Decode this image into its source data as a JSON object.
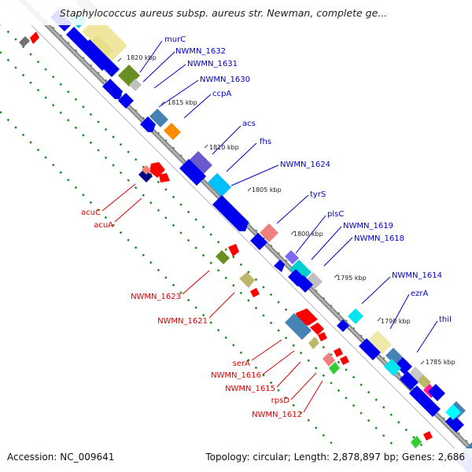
{
  "map": {
    "title": "Staphylococcus aureus subsp. aureus str. Newman, complete ge...",
    "accession_label": "Accession: NC_009641",
    "summary_label": "Topology: circular; Length: 2,878,897 bp; Genes: 2,686",
    "colors": {
      "backbone": "#7a7a7a",
      "forward_gene": "#0000ee",
      "label_forward": "#0000cc",
      "label_reverse": "#dd0000",
      "reverse_gene": "#ff0000",
      "dots": "#1f8a1f",
      "tick_text": "#222222"
    },
    "ticks": [
      "1820 kbp",
      "1815 kbp",
      "1810 kbp",
      "1805 kbp",
      "1800 kbp",
      "1795 kbp",
      "1790 kbp",
      "1785 kbp"
    ],
    "forward_labels": [
      "murC",
      "NWMN_1632",
      "NWMN_1631",
      "NWMN_1630",
      "ccpA",
      "acs",
      "fhs",
      "NWMN_1624",
      "tyrS",
      "plsC",
      "NWMN_1619",
      "NWMN_1618",
      "NWMN_1614",
      "ezrA",
      "thiI"
    ],
    "reverse_labels": [
      "acuC",
      "acuA",
      "NWMN_1623",
      "NWMN_1621",
      "serA",
      "NWMN_1616",
      "NWMN_1615",
      "rpsD",
      "NWMN_1612"
    ]
  }
}
